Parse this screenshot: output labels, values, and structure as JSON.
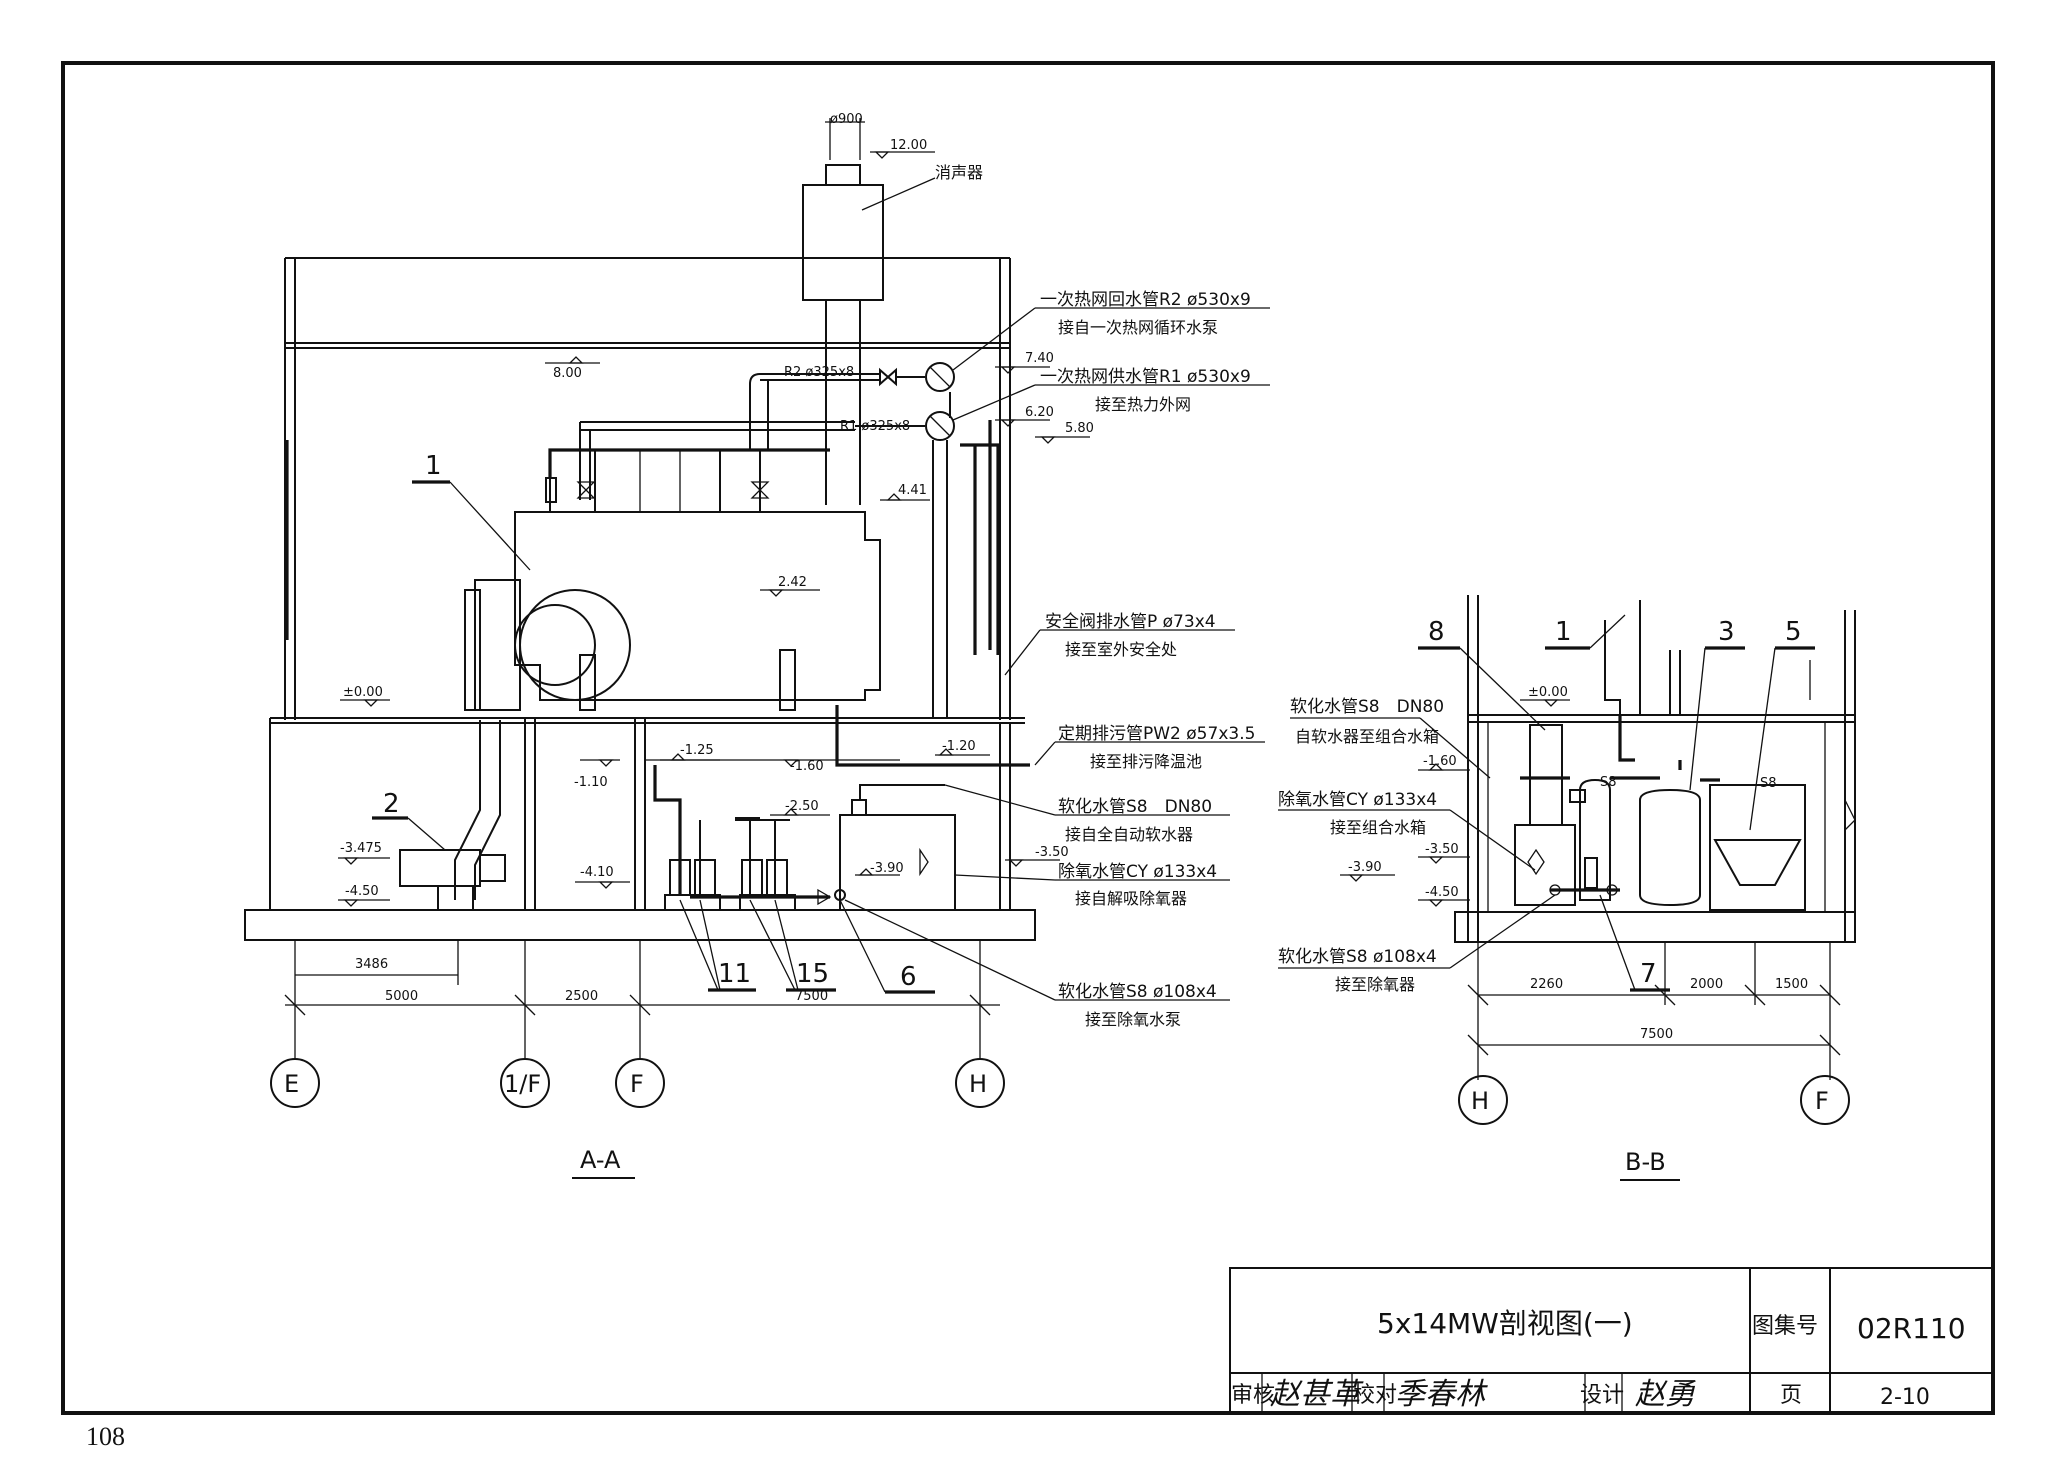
{
  "page_number": "108",
  "title_block": {
    "drawing_title": "5x14MW剖视图(一)",
    "atlas_label": "图集号",
    "atlas_number": "02R110",
    "review_label": "审核",
    "review_sig": "赵甚革",
    "check_label": "校对",
    "check_sig": "季春林",
    "design_label": "设计",
    "design_sig": "赵勇",
    "page_label": "页",
    "page_value": "2-10"
  },
  "section_aa": {
    "title": "A-A",
    "stack_diameter": "ø900",
    "stack_top_elev": "12.00",
    "silencer": "消声器",
    "roof_elev": "8.00",
    "r2_small": "R2 ø325x8",
    "r1_small": "R1 ø325x8",
    "elev_740": "7.40",
    "elev_620": "6.20",
    "elev_580": "5.80",
    "elev_441": "4.41",
    "elev_242": "2.42",
    "elev_000": "±0.00",
    "elev_m110": "-1.10",
    "elev_m125": "-1.25",
    "elev_m160": "-1.60",
    "elev_m120": "-1.20",
    "elev_m250": "-2.50",
    "elev_m3475": "-3.475",
    "elev_m390": "-3.90",
    "elev_m350": "-3.50",
    "elev_m410": "-4.10",
    "elev_m450": "-4.50",
    "r2_label_1": "一次热网回水管R2 ø530x9",
    "r2_label_2": "接自一次热网循环水泵",
    "r1_label_1": "一次热网供水管R1 ø530x9",
    "r1_label_2": "接至热力外网",
    "p_label_1": "安全阀排水管P ø73x4",
    "p_label_2": "接至室外安全处",
    "pw2_label_1": "定期排污管PW2 ø57x3.5",
    "pw2_label_2": "接至排污降温池",
    "s8_label_1": "软化水管S8　DN80",
    "s8_label_2": "接自全自动软水器",
    "cy_label_1": "除氧水管CY ø133x4",
    "cy_label_2": "接自解吸除氧器",
    "s8b_label_1": "软化水管S8 ø108x4",
    "s8b_label_2": "接至除氧水泵",
    "callout_1": "1",
    "callout_2": "2",
    "callout_11": "11",
    "callout_15": "15",
    "callout_6": "6",
    "dim_3486": "3486",
    "dim_5000": "5000",
    "dim_2500": "2500",
    "dim_7500": "7500",
    "axis_e": "E",
    "axis_1f": "1/F",
    "axis_f": "F",
    "axis_h": "H"
  },
  "section_bb": {
    "title": "B-B",
    "callout_8": "8",
    "callout_1": "1",
    "callout_3": "3",
    "callout_5": "5",
    "callout_7": "7",
    "elev_000": "±0.00",
    "elev_m160": "-1.60",
    "elev_m350": "-3.50",
    "elev_m390": "-3.90",
    "elev_m450": "-4.50",
    "s8_tag": "S8",
    "s8_tag_2": "S8",
    "s8_label_1": "软化水管S8　DN80",
    "s8_label_2": "自软水器至组合水箱",
    "cy_label_1": "除氧水管CY ø133x4",
    "cy_label_2": "接至组合水箱",
    "s8b_label_1": "软化水管S8 ø108x4",
    "s8b_label_2": "接至除氧器",
    "dim_2260": "2260",
    "dim_2000": "2000",
    "dim_1500": "1500",
    "dim_7500": "7500",
    "axis_h": "H",
    "axis_f": "F"
  }
}
